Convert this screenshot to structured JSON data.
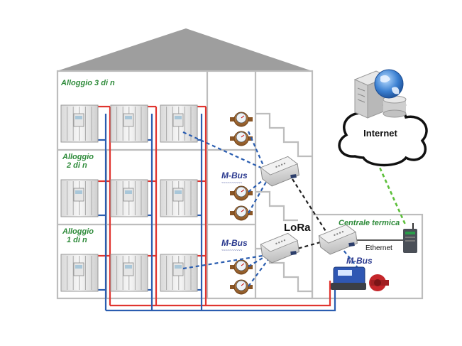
{
  "labels": {
    "apartment_3": "Alloggio 3 di n",
    "apartment_2_line1": "Alloggio",
    "apartment_2_line2": "2 di n",
    "apartment_1_line1": "Alloggio",
    "apartment_1_line2": "1 di n",
    "internet": "Internet",
    "lora": "LoRa",
    "centrale": "Centrale termica",
    "ethernet": "Ethernet",
    "mbus_upper": "M-Bus",
    "mbus_lower": "M-Bus",
    "mbus_centrale": "M-Bus"
  },
  "colors": {
    "supply_pipe": "#e0342f",
    "return_pipe": "#2a5db0",
    "wireless_link": "#2a5db0",
    "lora_link": "#222222",
    "internet_link": "#5cbf3a",
    "labels": "#2e8b3a",
    "walls": "#bdbdbd",
    "roof": "#9e9e9e"
  },
  "icons": {
    "radiator": "radiator-icon",
    "water_meter": "water-meter-icon",
    "concentrator": "concentrator-icon",
    "gateway": "gateway-icon",
    "server": "server-icon",
    "globe": "globe-icon",
    "heat_meter": "heat-meter-icon"
  }
}
